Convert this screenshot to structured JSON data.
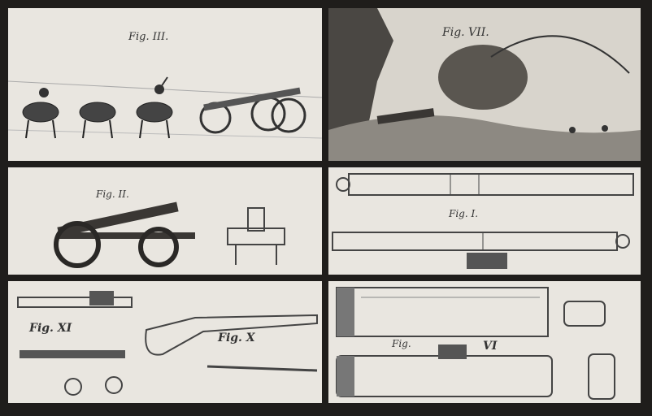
{
  "figures": {
    "fig3": {
      "label": "Fig. III."
    },
    "fig7": {
      "label": "Fig. VII."
    },
    "fig2": {
      "label": "Fig. II."
    },
    "fig1": {
      "label": "Fig. I."
    },
    "fig11": {
      "label": "Fig. XI"
    },
    "fig10": {
      "label": "Fig. X"
    },
    "fig6": {
      "label_a": "Fig.",
      "label_b": "VI"
    }
  }
}
